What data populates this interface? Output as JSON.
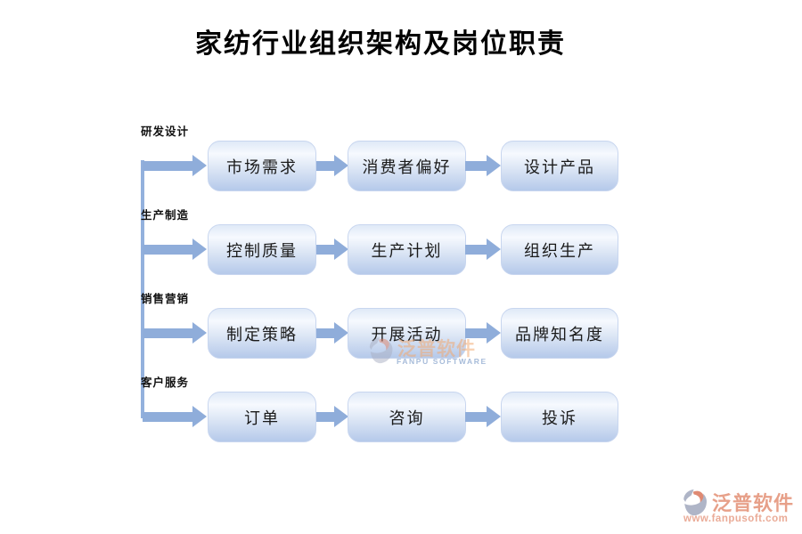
{
  "title": "家纺行业组织架构及岗位职责",
  "rows": [
    {
      "label": "研发设计",
      "boxes": [
        "市场需求",
        "消费者偏好",
        "设计产品"
      ]
    },
    {
      "label": "生产制造",
      "boxes": [
        "控制质量",
        "生产计划",
        "组织生产"
      ]
    },
    {
      "label": "销售营销",
      "boxes": [
        "制定策略",
        "开展活动",
        "品牌知名度"
      ]
    },
    {
      "label": "客户服务",
      "boxes": [
        "订单",
        "咨询",
        "投诉"
      ]
    }
  ],
  "watermark": {
    "brand": "泛普软件",
    "brand_en": "FANPU SOFTWARE"
  },
  "footer_logo": {
    "brand": "泛普软件",
    "url": "www.fanpusoft.com"
  },
  "colors": {
    "arrow": "#8fadda",
    "trunk_line": "#93b1dd",
    "box_border": "#c8d6ef",
    "box_gradient_top": "#f6f9fe",
    "box_gradient_bottom": "#b5c9ea",
    "brand_coral": "#e6997f",
    "logo_gray": "#a9afc3",
    "logo_red": "#dd8168"
  }
}
